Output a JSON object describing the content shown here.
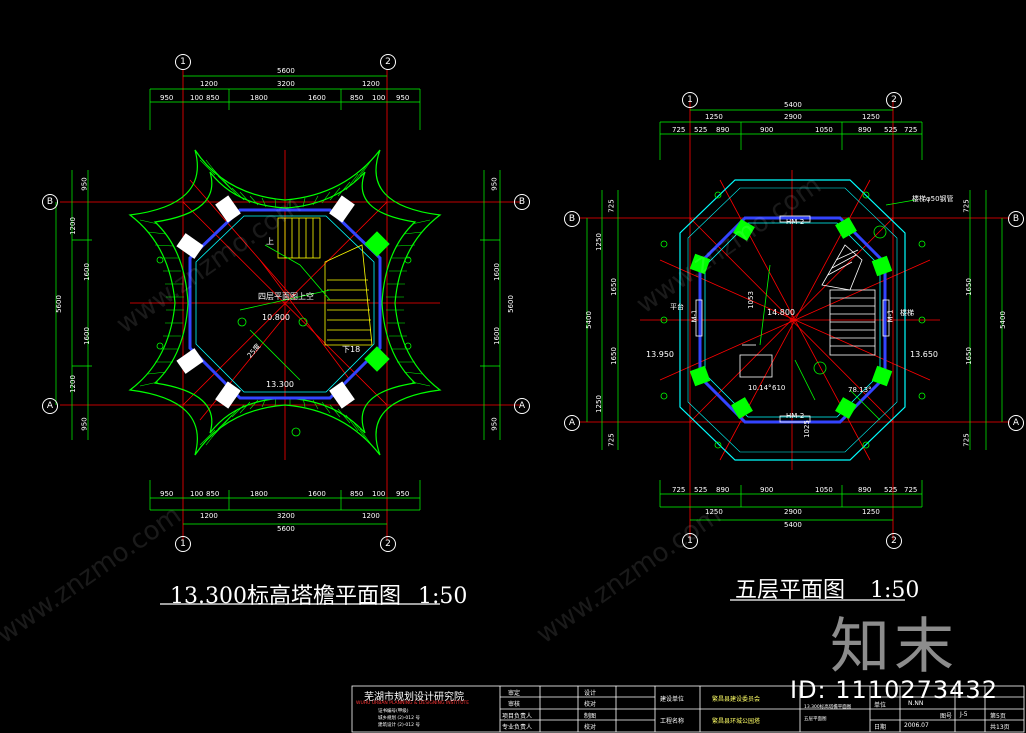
{
  "drawing": {
    "left_title": "13.300标高塔檐平面图",
    "left_scale": "1:50",
    "right_title": "五层平面图",
    "right_scale": "1:50"
  },
  "left_plan": {
    "axis_1": "1",
    "axis_2": "2",
    "axis_a": "A",
    "axis_b": "B",
    "top_dims_total": "5600",
    "top_dims_row2": [
      "1200",
      "3200",
      "1200"
    ],
    "top_dims_row3": [
      "950",
      "100",
      "850",
      "1800",
      "1600",
      "850",
      "100",
      "950"
    ],
    "bottom_dims_row1": [
      "950",
      "100",
      "850",
      "1800",
      "1600",
      "850",
      "100",
      "950"
    ],
    "bottom_dims_row2": [
      "1200",
      "3200",
      "1200"
    ],
    "bottom_dims_total": "5600",
    "left_dims_total": "5600",
    "side_dims": [
      "950",
      "1200",
      "1600",
      "1600",
      "1200",
      "950"
    ],
    "label_stair_up": "上",
    "label_down": "下18",
    "label_elev_1": "10.800",
    "label_elev_2": "13.300",
    "label_note": "四层平面图上空",
    "label_slope": "25度"
  },
  "right_plan": {
    "axis_1": "1",
    "axis_2": "2",
    "axis_a": "A",
    "axis_b": "B",
    "top_dims_total": "5400",
    "top_dims_row2": [
      "1250",
      "2900",
      "1250"
    ],
    "top_dims_row3": [
      "725",
      "525",
      "890",
      "900",
      "1050",
      "890",
      "525",
      "725"
    ],
    "bottom_dims_row1": [
      "725",
      "525",
      "890",
      "900",
      "1050",
      "890",
      "525",
      "725"
    ],
    "bottom_dims_row2": [
      "1250",
      "2900",
      "1250"
    ],
    "bottom_dims_total": "5400",
    "side_total": "5400",
    "side_dims": [
      "725",
      "1250",
      "1650",
      "1650",
      "1250",
      "725"
    ],
    "label_elev_1": "14.800",
    "label_elev_2": "13.950",
    "label_elev_3": "13.650",
    "label_window_1": "HM-2",
    "label_window_2": "HM-2",
    "label_door": "M-1",
    "label_left_room": "平台",
    "label_right_room": "楼梯",
    "label_note": "楼梯φ50钢管",
    "label_angle_1": "10.14°",
    "label_angle_2": "78.13°",
    "label_dim_610": "610",
    "label_dim_1053": "1053",
    "label_dim_1025": "1025"
  },
  "title_block": {
    "institute_cn": "芜湖市规划设计研究院",
    "institute_en": "WUHU URBAN PLANNING & DESIGNING INSTITUTE",
    "cert_1": "证书编号(甲级)",
    "cert_2": "城乡规划 (2)-012 号",
    "cert_3": "建筑设计 (2)-012 号",
    "row_labels_a": [
      "审定",
      "审核",
      "项目负责人",
      "专业负责人"
    ],
    "row_labels_b": [
      "设计",
      "校对",
      "制图",
      "校对"
    ],
    "client_label": "建设单位",
    "client_value": "繁昌县建设委员会",
    "project_label": "工程名称",
    "project_value": "繁昌县环城公园塔",
    "drawing_name_1": "13.300标高塔檐平面图",
    "drawing_name_2": "五层平面图",
    "unit_label": "单位",
    "unit_value": "N.NN",
    "date_label": "日期",
    "date_value": "2006.07",
    "sheet_label": "图号",
    "sheet_value": "J-5",
    "page_current": "第5页",
    "page_total": "共13页"
  },
  "branding": {
    "logo_text": "知末",
    "id_text": "ID: 1110273432",
    "watermark": "www.znzmo.com"
  },
  "colors": {
    "background": "#000000",
    "dim_line": "#00ff00",
    "axis_line": "#ff0000",
    "wall_cyan": "#00ffff",
    "wall_blue": "#3344ff",
    "roof_green": "#00ff00",
    "stair_yellow": "#ffff00",
    "text_white": "#ffffff",
    "column_white": "#ffffff"
  }
}
